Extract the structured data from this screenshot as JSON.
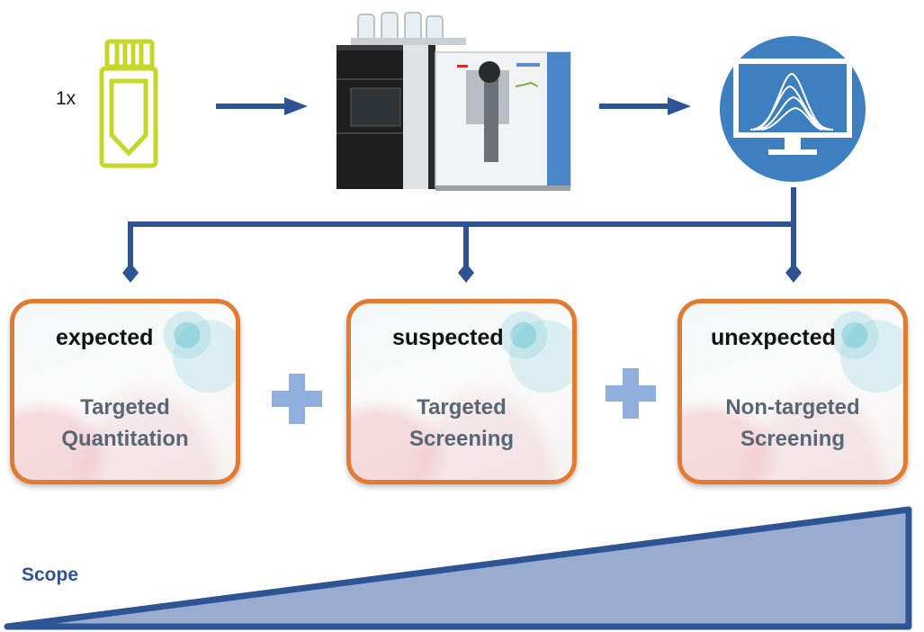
{
  "workflow": {
    "sample_count_label": "1x",
    "sample_icon": "vial-icon",
    "instrument_icon": "lc-ms-instrument-icon",
    "computer_icon": "monitor-chromatogram-icon"
  },
  "approaches": [
    {
      "tag": "expected",
      "title_line1": "Targeted",
      "title_line2": "Quantitation"
    },
    {
      "tag": "suspected",
      "title_line1": "Targeted",
      "title_line2": "Screening"
    },
    {
      "tag": "unexpected",
      "title_line1": "Non-targeted",
      "title_line2": "Screening"
    }
  ],
  "scope": {
    "label": "Scope"
  },
  "colors": {
    "arrow": "#2f5496",
    "box_border": "#e27a32",
    "plus": "#8fb0dc",
    "vial": "#c5d82a",
    "monitor_circle": "#3d7fc0",
    "scope_fill": "#9aabd0"
  }
}
